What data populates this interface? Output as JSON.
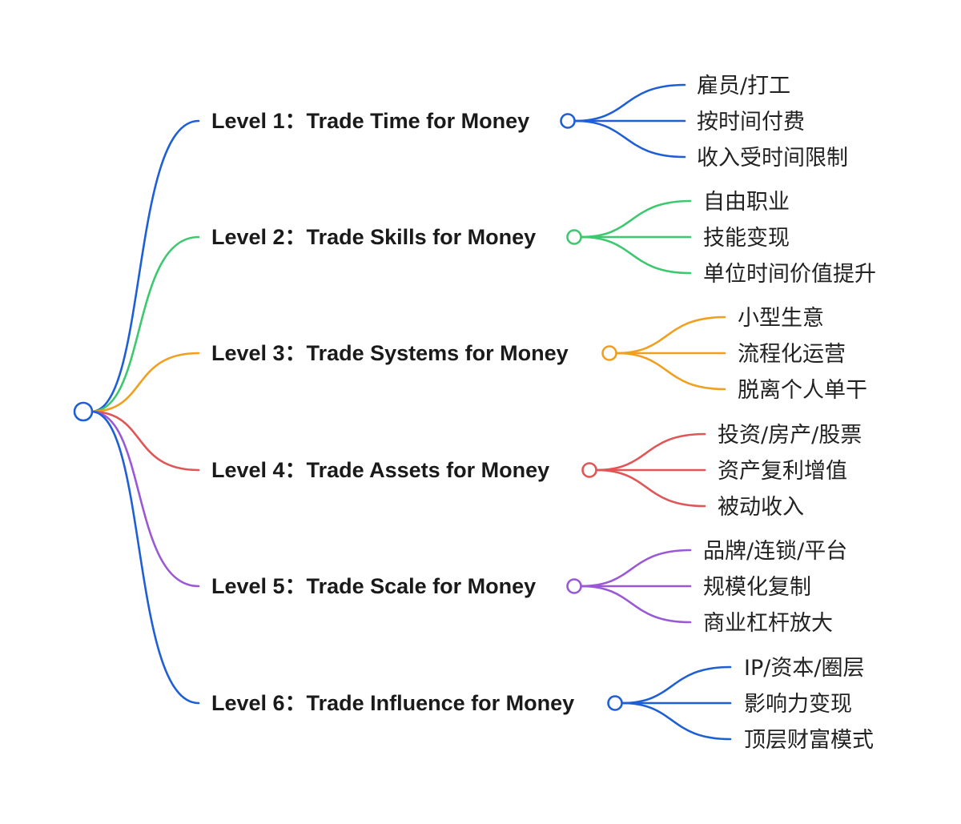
{
  "colors": {
    "blue": "#1f5fd6",
    "green": "#3cc86e",
    "orange": "#f0a01e",
    "red": "#e05555",
    "purple": "#9a58d6",
    "root": "#1f5fd6"
  },
  "levels": [
    {
      "label": "Level 1：Trade Time for Money",
      "color": "#1f5fd6",
      "children": [
        "雇员/打工",
        "按时间付费",
        "收入受时间限制"
      ]
    },
    {
      "label": "Level 2：Trade Skills for Money",
      "color": "#3cc86e",
      "children": [
        "自由职业",
        "技能变现",
        "单位时间价值提升"
      ]
    },
    {
      "label": "Level 3：Trade Systems for Money",
      "color": "#f0a01e",
      "children": [
        "小型生意",
        "流程化运营",
        "脱离个人单干"
      ]
    },
    {
      "label": "Level 4：Trade Assets for Money",
      "color": "#e05555",
      "children": [
        "投资/房产/股票",
        "资产复利增值",
        "被动收入"
      ]
    },
    {
      "label": "Level 5：Trade Scale for Money",
      "color": "#9a58d6",
      "children": [
        "品牌/连锁/平台",
        "规模化复制",
        "商业杠杆放大"
      ]
    },
    {
      "label": "Level 6：Trade Influence for Money",
      "color": "#1f5fd6",
      "children": [
        "IP/资本/圈层",
        "影响力变现",
        "顶层财富模式"
      ]
    }
  ]
}
